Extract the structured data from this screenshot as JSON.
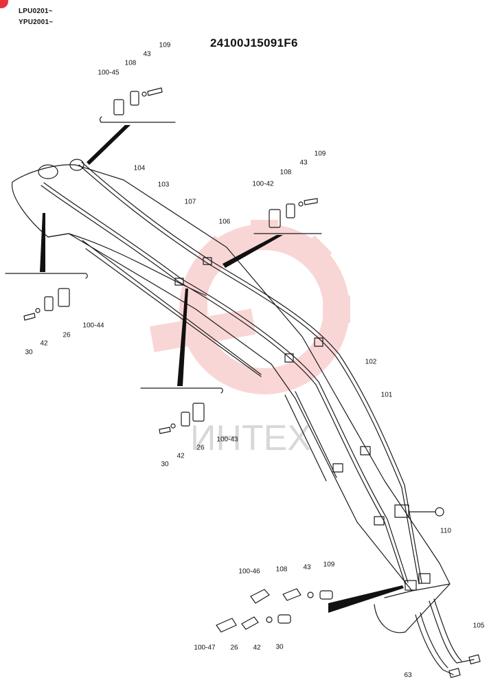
{
  "header": {
    "serial_range_1": "LPU0201~",
    "serial_range_2": "YPU2001~",
    "part_number": "24100J15091F6"
  },
  "watermark": {
    "text": "ИНТЕХ",
    "color": "#f2a0a0"
  },
  "accent_badge_color": "#e8303a",
  "callouts": [
    {
      "id": "c01",
      "text": "109"
    },
    {
      "id": "c02",
      "text": "43"
    },
    {
      "id": "c03",
      "text": "108"
    },
    {
      "id": "c04",
      "text": "100-45"
    },
    {
      "id": "c05",
      "text": "109"
    },
    {
      "id": "c06",
      "text": "43"
    },
    {
      "id": "c07",
      "text": "108"
    },
    {
      "id": "c08",
      "text": "100-42"
    },
    {
      "id": "c09",
      "text": "104"
    },
    {
      "id": "c10",
      "text": "103"
    },
    {
      "id": "c11",
      "text": "107"
    },
    {
      "id": "c12",
      "text": "106"
    },
    {
      "id": "c13",
      "text": "100-44"
    },
    {
      "id": "c14",
      "text": "26"
    },
    {
      "id": "c15",
      "text": "42"
    },
    {
      "id": "c16",
      "text": "30"
    },
    {
      "id": "c17",
      "text": "102"
    },
    {
      "id": "c18",
      "text": "101"
    },
    {
      "id": "c19",
      "text": "100-43"
    },
    {
      "id": "c20",
      "text": "26"
    },
    {
      "id": "c21",
      "text": "42"
    },
    {
      "id": "c22",
      "text": "30"
    },
    {
      "id": "c23",
      "text": "110"
    },
    {
      "id": "c24",
      "text": "100-46"
    },
    {
      "id": "c25",
      "text": "108"
    },
    {
      "id": "c26",
      "text": "43"
    },
    {
      "id": "c27",
      "text": "109"
    },
    {
      "id": "c28",
      "text": "100-47"
    },
    {
      "id": "c29",
      "text": "26"
    },
    {
      "id": "c30",
      "text": "42"
    },
    {
      "id": "c31",
      "text": "30"
    },
    {
      "id": "c32",
      "text": "105"
    },
    {
      "id": "c33",
      "text": "63"
    }
  ]
}
